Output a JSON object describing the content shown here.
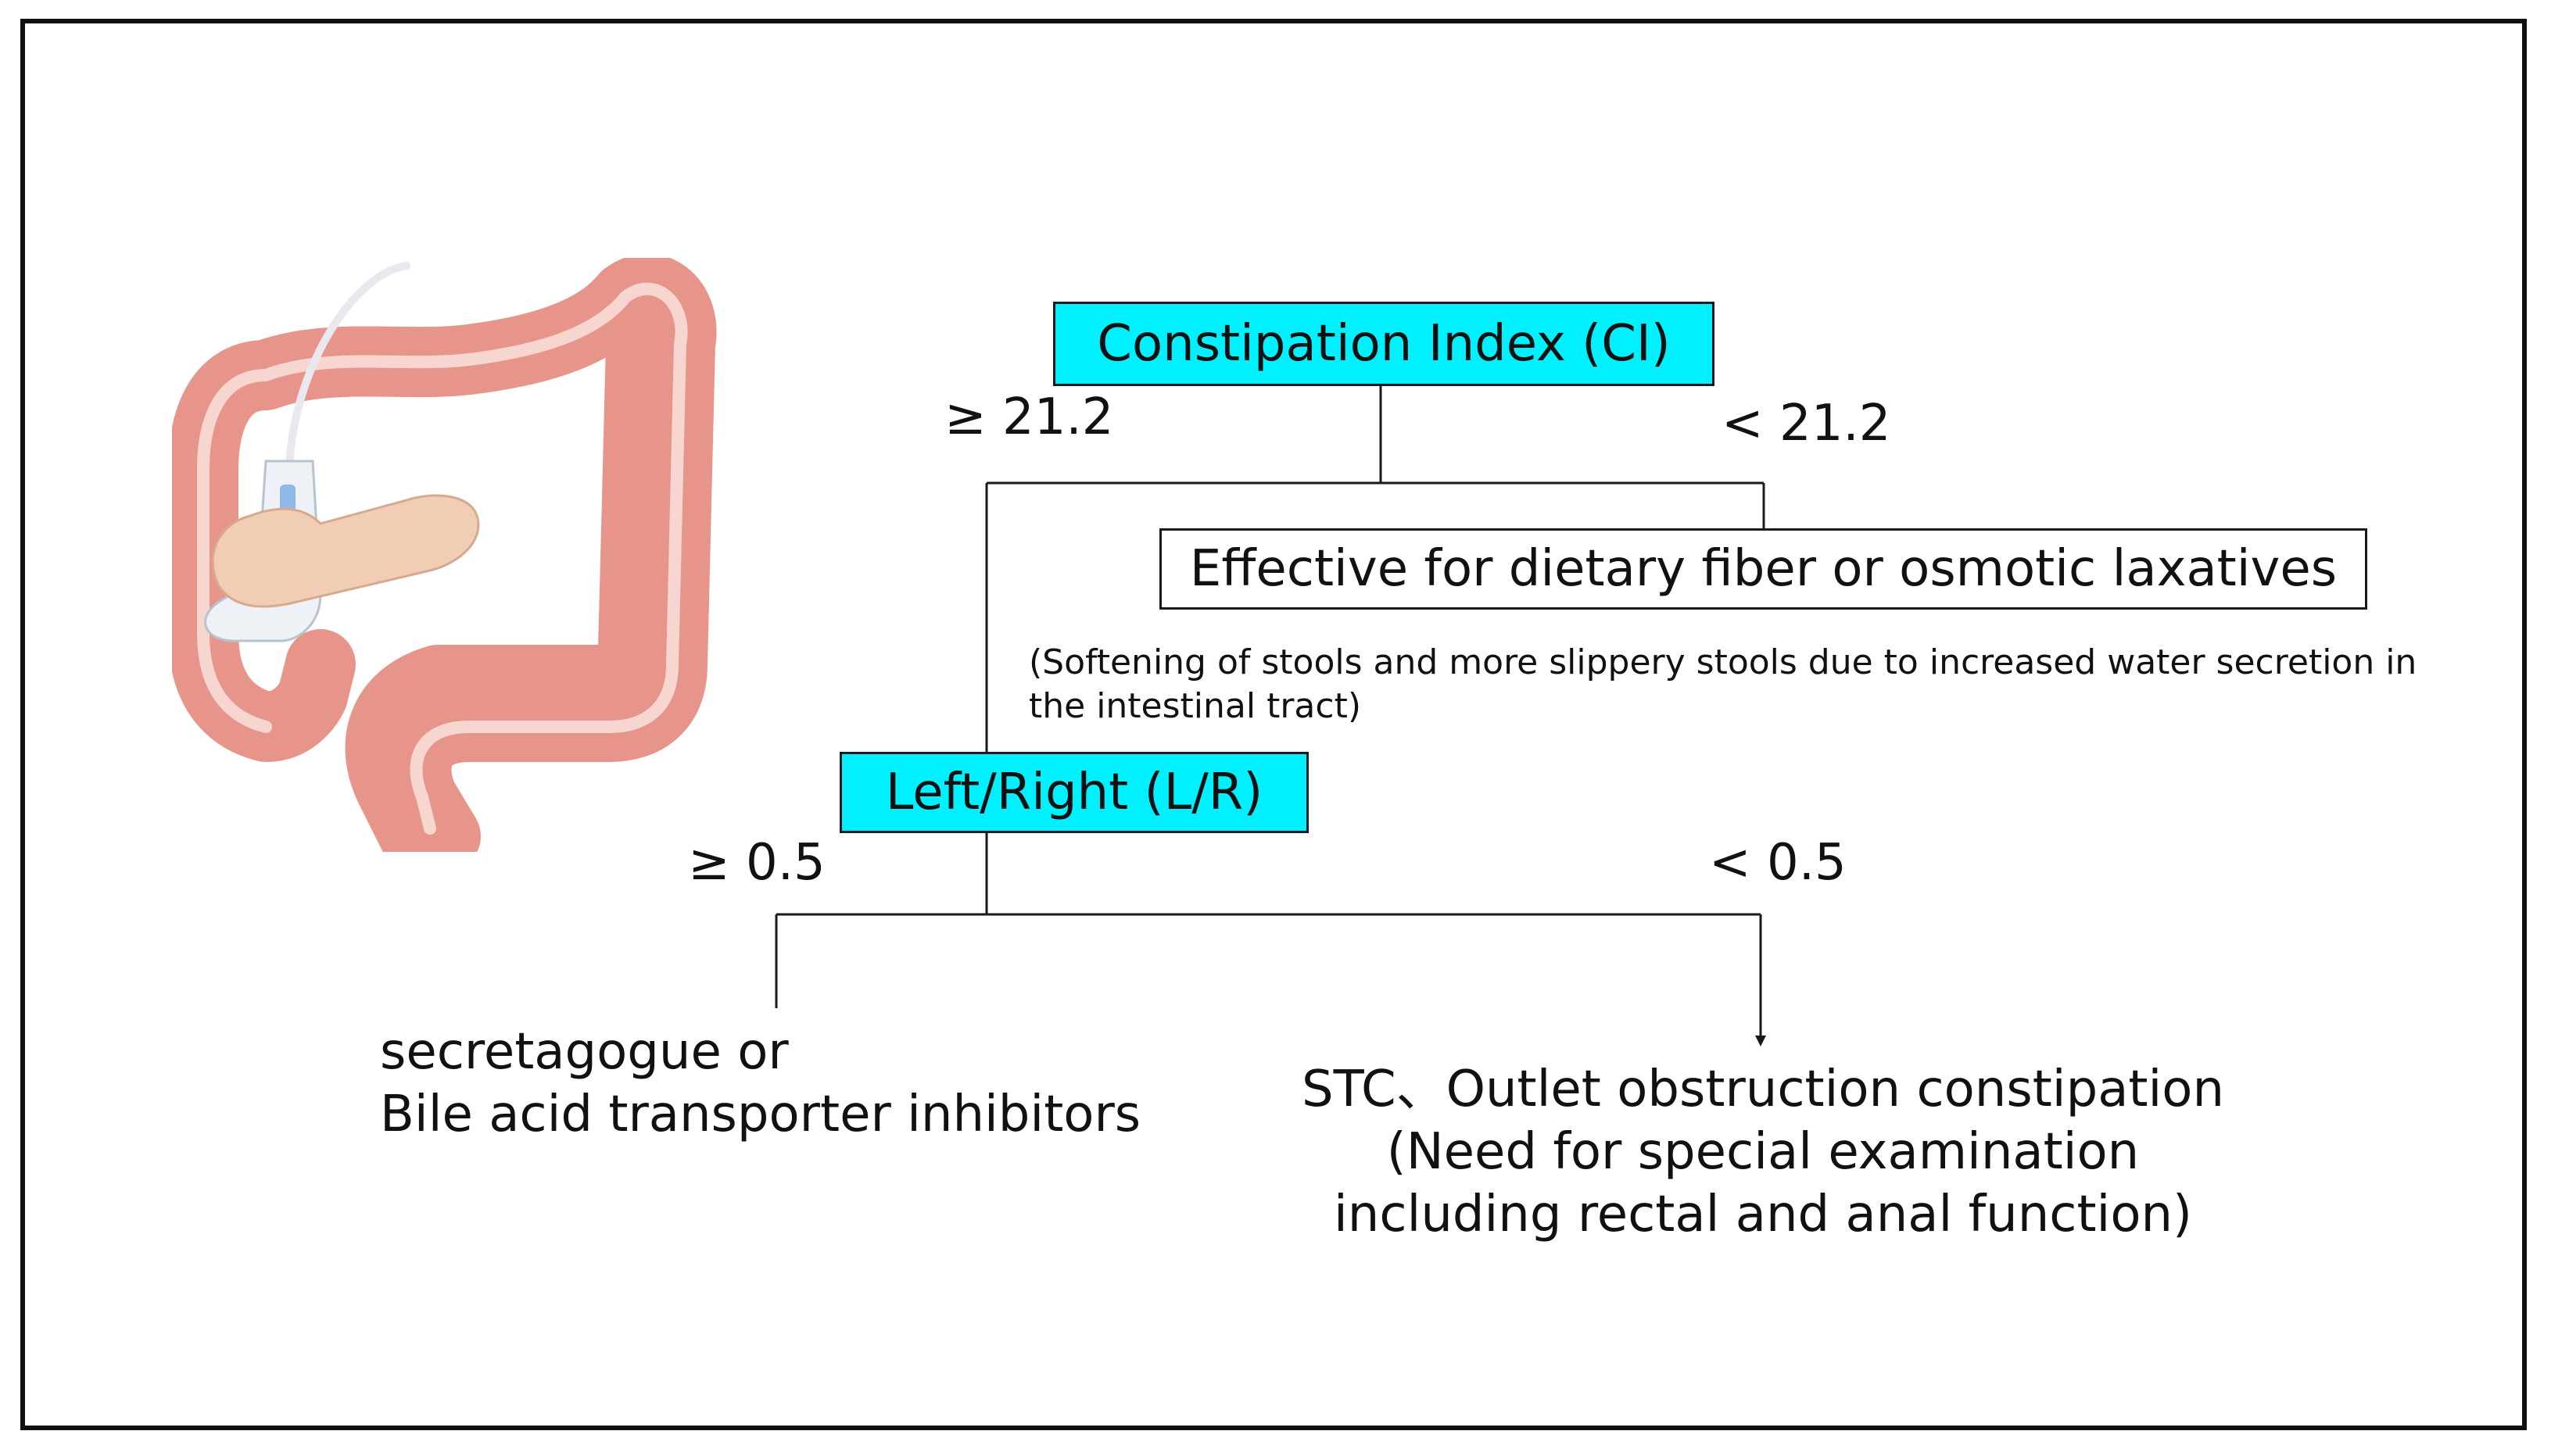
{
  "root": {
    "label": "Constipation Index (CI)",
    "branch_high": "≥ 21.2",
    "branch_low": "< 21.2",
    "low_result": "Effective for dietary fiber or osmotic laxatives",
    "low_note_line1": "(Softening of stools and more slippery stools due to increased water secretion in",
    "low_note_line2": "the intestinal tract)"
  },
  "node_lr": {
    "label": "Left/Right (L/R)",
    "branch_high": "≥ 0.5",
    "branch_low": "< 0.5",
    "high_result_line1": "secretagogue or",
    "high_result_line2": "Bile acid transporter inhibitors",
    "low_result_line1": "STC、Outlet obstruction constipation",
    "low_result_line2": "(Need for special examination",
    "low_result_line3": "including rectal and anal function)"
  },
  "illustration": {
    "icon": "colon-ultrasound-illustration"
  },
  "colors": {
    "highlight_box": "#00f0ff",
    "colon": "#e7958a",
    "colon_inner": "#f6d6cf",
    "lines": "#1a1a1a"
  }
}
